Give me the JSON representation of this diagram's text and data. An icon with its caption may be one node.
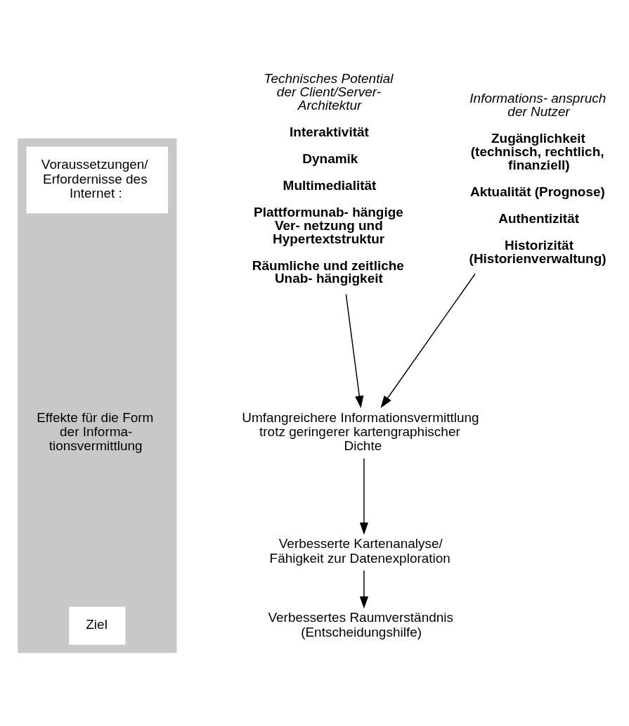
{
  "diagram": {
    "nodes": [
      {
        "text": [],
        "shape": "bar"
      },
      {
        "text": [
          "Voraussetzungen/ Erfordernisse des Internet :"
        ],
        "in": 0
      },
      {
        "text": [
          "Ziel"
        ],
        "in": 0
      },
      {
        "text": [
          "Technisches Potential der Client/Server-Architektur",
          "Interaktivität",
          "Dynamik",
          "Multimedialität",
          "Plattformunab- hängige Ver- netzung und Hypertextstruktur",
          "Räumliche und zeitliche Unab- hängigkeit"
        ]
      },
      {
        "text": [
          "Informations- anspruch der Nutzer",
          "Zugänglichkeit (technisch, rechtlich, finanziell)",
          "Aktualität (Prognose)",
          "Authentizität",
          "Historizität (Historienverwaltung)"
        ]
      },
      {
        "text": [
          "Umfangreichere Informationsvermittlung trotz geringerer kartengraphischer Dichte"
        ]
      },
      {
        "text": [
          "Verbesserte Kartenanalyse/ Fähigkeit zur Datenexploration"
        ]
      },
      {
        "text": [
          "Verbessertes Raumverständnis (Entscheidungshilfe)"
        ]
      }
    ],
    "edges": [
      {
        "from": 3,
        "to": 5,
        "arrow": "to"
      },
      {
        "from": 4,
        "to": 5,
        "arrow": "to"
      },
      {
        "from": 5,
        "to": 6,
        "arrow": "to"
      },
      {
        "from": 6,
        "to": 7,
        "arrow": "to"
      }
    ],
    "labels": [
      "Effekte für die Form der Informa- tionsvermittlung"
    ]
  }
}
